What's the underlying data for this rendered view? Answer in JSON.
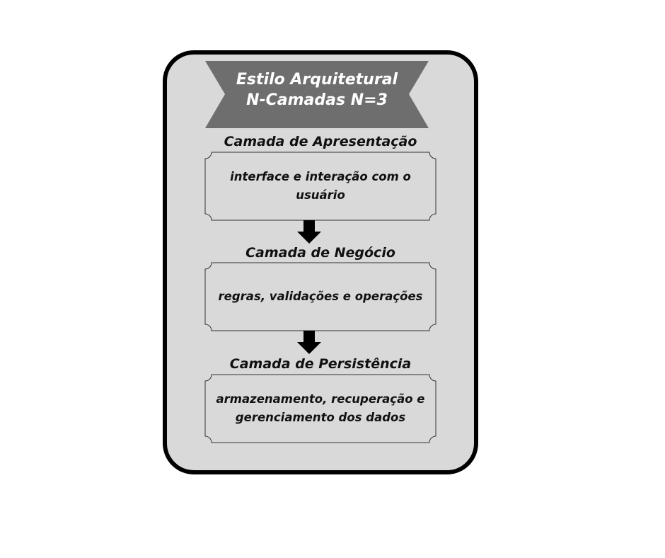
{
  "banner": {
    "line1": "Estilo Arquitetural",
    "line2": "N-Camadas N=3",
    "color": "#6e6e6e"
  },
  "layers": [
    {
      "title": "Camada de Apresentação",
      "description": "interface e interação com o usuário"
    },
    {
      "title": "Camada de Negócio",
      "description": "regras, validações e operações"
    },
    {
      "title": "Camada de Persistência",
      "description": "armazenamento, recuperação e gerenciamento dos dados"
    }
  ],
  "arrows": [
    "down-arrow-icon",
    "down-arrow-icon"
  ],
  "colors": {
    "card_background": "#d9d9d9",
    "card_border": "#000000",
    "box_fill": "#d9d9d9",
    "arrow": "#000000"
  }
}
